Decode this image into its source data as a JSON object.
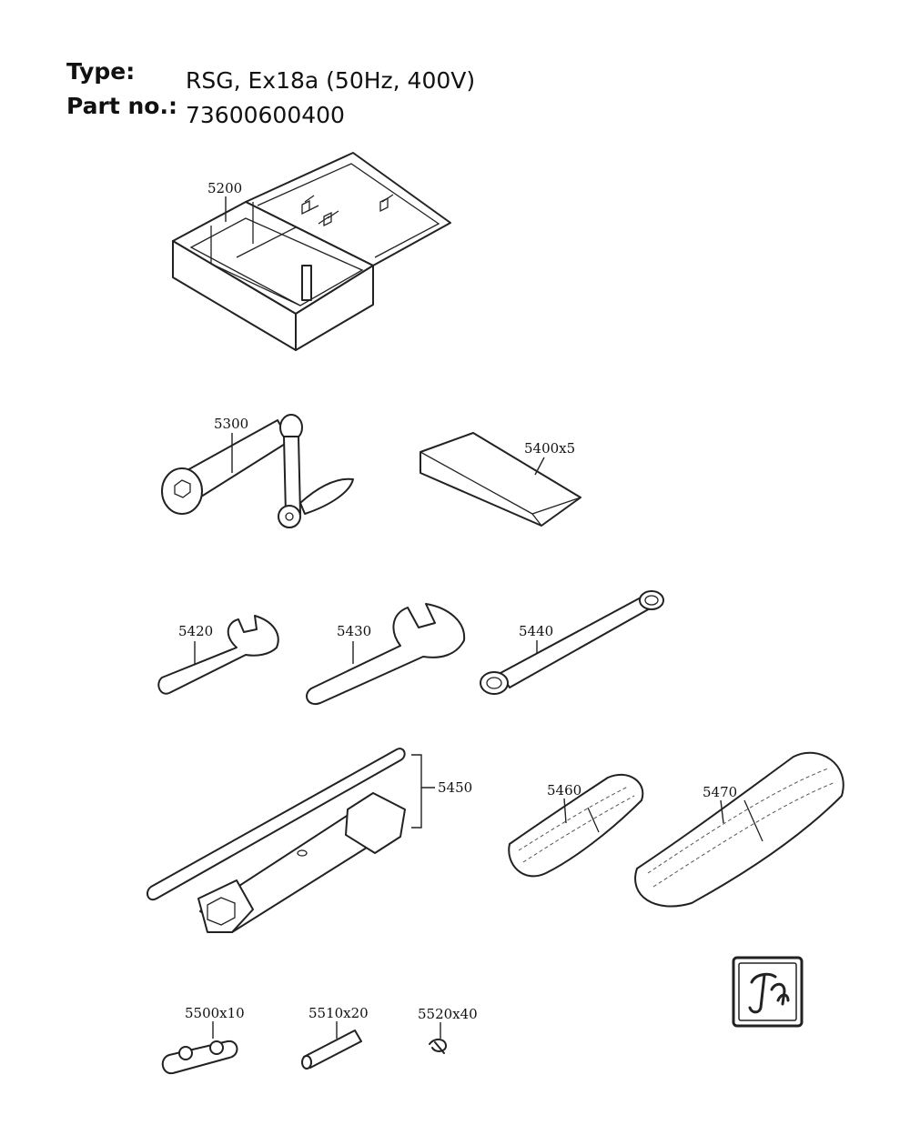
{
  "header": {
    "type_label": "Type:",
    "type_value": "RSG, Ex18a (50Hz, 400V)",
    "part_label": "Part no.:",
    "part_value": "73600600400"
  },
  "parts": [
    {
      "id": "box",
      "label": "5200"
    },
    {
      "id": "crank",
      "label": "5300"
    },
    {
      "id": "wedge",
      "label": "5400x5"
    },
    {
      "id": "wrench-small",
      "label": "5420"
    },
    {
      "id": "wrench-medium",
      "label": "5430"
    },
    {
      "id": "ring-wrench",
      "label": "5440"
    },
    {
      "id": "box-spanner",
      "label": "5450"
    },
    {
      "id": "strap-short",
      "label": "5460"
    },
    {
      "id": "strap-long",
      "label": "5470"
    },
    {
      "id": "chain-link",
      "label": "5500x10"
    },
    {
      "id": "pin",
      "label": "5510x20"
    },
    {
      "id": "clip",
      "label": "5520x40"
    }
  ],
  "logo": {
    "text": "fein",
    "icon": "fein-logo-icon"
  }
}
